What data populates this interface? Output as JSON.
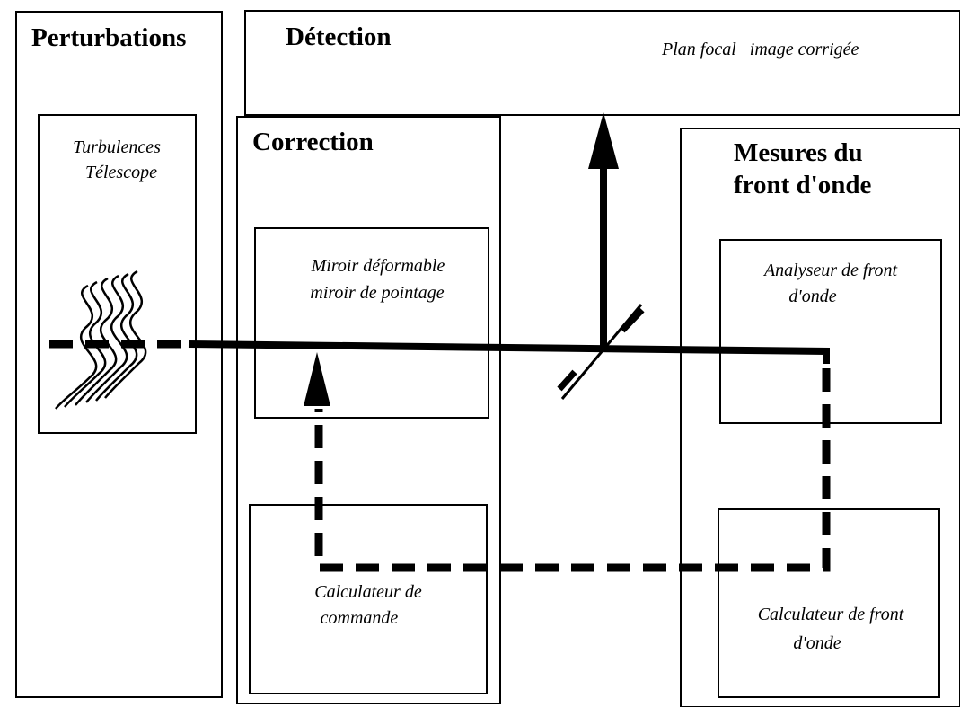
{
  "panels": {
    "perturbations": {
      "title": "Perturbations",
      "lines": [
        "Turbulences",
        "Télescope"
      ]
    },
    "detection": {
      "title": "Détection",
      "caption": "Plan focal   image corrigée"
    },
    "correction": {
      "title": "Correction",
      "mirror_lines": [
        "Miroir déformable",
        "miroir de pointage"
      ],
      "calculator_lines": [
        "Calculateur de",
        "commande"
      ]
    },
    "measures": {
      "title_lines": [
        "Mesures du",
        "front d'onde"
      ],
      "analyser_lines": [
        "Analyseur de front",
        "d'onde"
      ],
      "calculator_lines": [
        "Calculateur de front",
        "d'onde"
      ]
    }
  }
}
